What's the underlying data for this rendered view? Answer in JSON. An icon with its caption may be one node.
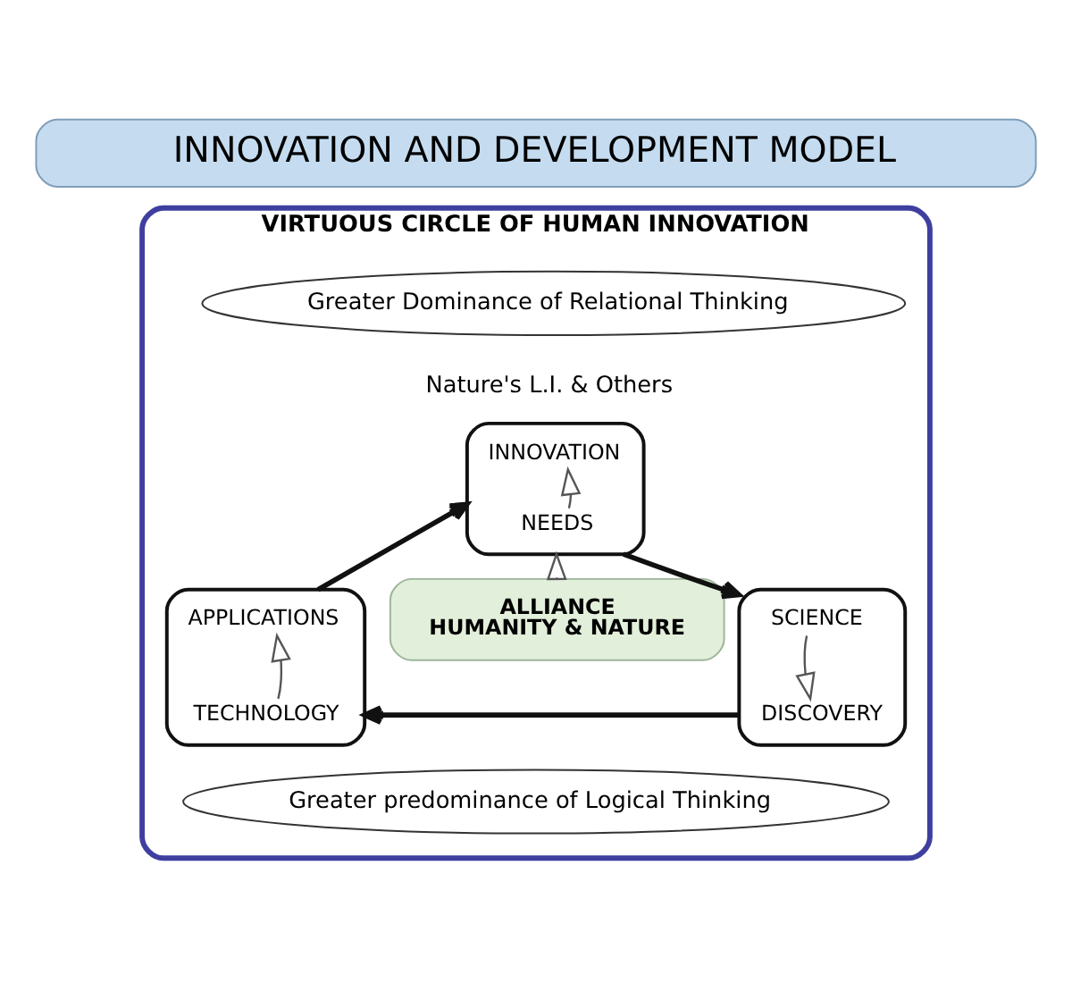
{
  "diagram": {
    "title": "INNOVATION AND DEVELOPMENT MODEL",
    "nodes": [
      {
        "text": [
          "VIRTUOUS CIRCLE OF HUMAN INNOVATION"
        ]
      },
      {
        "text": [
          "Greater Dominance of Relational Thinking"
        ],
        "in": 0
      },
      {
        "text": [],
        "shape": "box",
        "in": 0,
        "beside": [
          "Nature's L.I. & Others"
        ]
      },
      {
        "text": [
          "INNOVATION"
        ],
        "in": 2
      },
      {
        "text": [
          "NEEDS"
        ],
        "in": 2
      },
      {
        "text": [],
        "shape": "box",
        "in": 0
      },
      {
        "text": [
          "APPLICATIONS"
        ],
        "in": 5
      },
      {
        "text": [
          "TECHNOLOGY"
        ],
        "in": 5
      },
      {
        "text": [
          "ALLIANCE HUMANITY & NATURE"
        ],
        "in": 0
      },
      {
        "text": [],
        "shape": "box",
        "in": 0
      },
      {
        "text": [
          "SCIENCE"
        ],
        "in": 9
      },
      {
        "text": [
          "DISCOVERY"
        ],
        "in": 9
      },
      {
        "text": [
          "Greater predominance of Logical Thinking"
        ],
        "in": 0
      }
    ],
    "edges": [
      {
        "from": 4,
        "to": 3,
        "arrow": "to"
      },
      {
        "from": 2,
        "to": 9,
        "arrow": "to",
        "style": "thick"
      },
      {
        "from": 10,
        "to": 11,
        "arrow": "to"
      },
      {
        "from": 9,
        "to": 5,
        "arrow": "to",
        "style": "thick"
      },
      {
        "from": 7,
        "to": 6,
        "arrow": "to"
      },
      {
        "from": 5,
        "to": 2,
        "arrow": "to",
        "style": "thick"
      },
      {
        "from": 8,
        "to": 2,
        "arrow": "to"
      }
    ]
  }
}
